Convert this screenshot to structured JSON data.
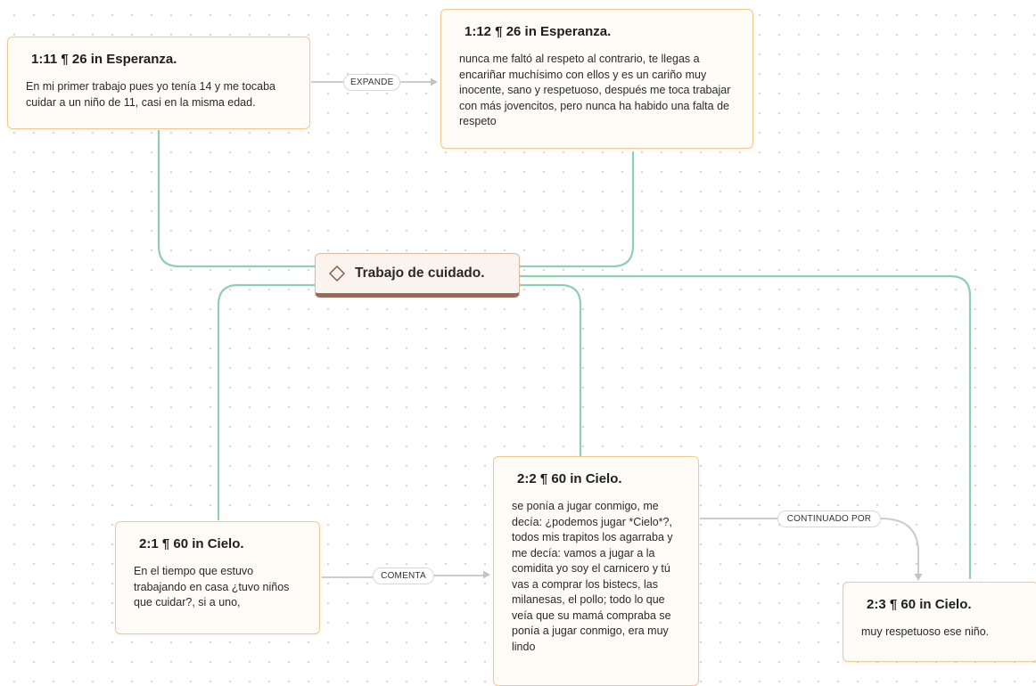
{
  "code_node": {
    "label": "Trabajo de cuidado.",
    "icon": "diamond-icon"
  },
  "quotations": [
    {
      "id": "q1",
      "title": "1:11 ¶ 26 in Esperanza.",
      "text": "En mi primer trabajo pues yo tenía 14 y me tocaba cuidar a un niño de 11, casi en la misma edad."
    },
    {
      "id": "q2",
      "title": "1:12 ¶ 26 in Esperanza.",
      "text": "nunca me faltó al respeto al contrario, te llegas a encariñar muchísimo con ellos y es un cariño muy inocente, sano y respetuoso, después me toca trabajar con más jovencitos, pero nunca ha habido una falta de respeto"
    },
    {
      "id": "q3",
      "title": "2:1 ¶ 60 in Cielo.",
      "text": "En el tiempo que estuvo trabajando en casa ¿tuvo niños que cuidar?, si a uno,"
    },
    {
      "id": "q4",
      "title": "2:2 ¶ 60 in Cielo.",
      "text": "se ponía a jugar conmigo, me decía: ¿podemos jugar *Cielo*?, todos mis trapitos los agarraba y me decía: vamos a jugar a la comidita yo soy el carnicero y tú vas a comprar los bistecs, las milanesas, el pollo; todo lo que veía que su mamá compraba se ponía a jugar conmigo, era muy lindo"
    },
    {
      "id": "q5",
      "title": "2:3 ¶ 60 in Cielo.",
      "text": "muy respetuoso ese niño."
    }
  ],
  "relations": {
    "expande": "EXPANDE",
    "comenta": "COMENTA",
    "continuado_por": "CONTINUADO POR"
  },
  "colors": {
    "code_link": "#8fd0ae",
    "relation_link": "#cccccc",
    "card_border": "#f2c98e",
    "code_accent": "#9a6a55"
  }
}
